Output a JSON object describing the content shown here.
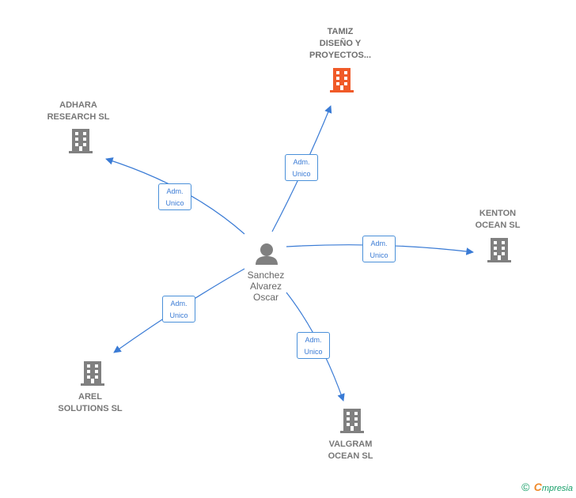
{
  "center": {
    "name_lines": [
      "Sanchez",
      "Alvarez",
      "Oscar"
    ],
    "icon": "person-icon"
  },
  "companies": [
    {
      "id": "tamiz",
      "name_lines": [
        "TAMIZ",
        "DISEÑO Y",
        "PROYECTOS..."
      ],
      "color": "#f05a28",
      "icon": "building-icon",
      "relation": [
        "Adm.",
        "Unico"
      ]
    },
    {
      "id": "adhara",
      "name_lines": [
        "ADHARA",
        "RESEARCH  SL"
      ],
      "color": "#808080",
      "icon": "building-icon",
      "relation": [
        "Adm.",
        "Unico"
      ]
    },
    {
      "id": "kenton",
      "name_lines": [
        "KENTON",
        "OCEAN  SL"
      ],
      "color": "#808080",
      "icon": "building-icon",
      "relation": [
        "Adm.",
        "Unico"
      ]
    },
    {
      "id": "arel",
      "name_lines": [
        "AREL",
        "SOLUTIONS  SL"
      ],
      "color": "#808080",
      "icon": "building-icon",
      "relation": [
        "Adm.",
        "Unico"
      ]
    },
    {
      "id": "valgram",
      "name_lines": [
        "VALGRAM",
        "OCEAN  SL"
      ],
      "color": "#808080",
      "icon": "building-icon",
      "relation": [
        "Adm.",
        "Unico"
      ]
    }
  ],
  "footer": {
    "copyright": "©",
    "brand_first": "C",
    "brand_rest": "mpresia"
  },
  "colors": {
    "edge": "#3a7bd5",
    "person": "#808080"
  }
}
